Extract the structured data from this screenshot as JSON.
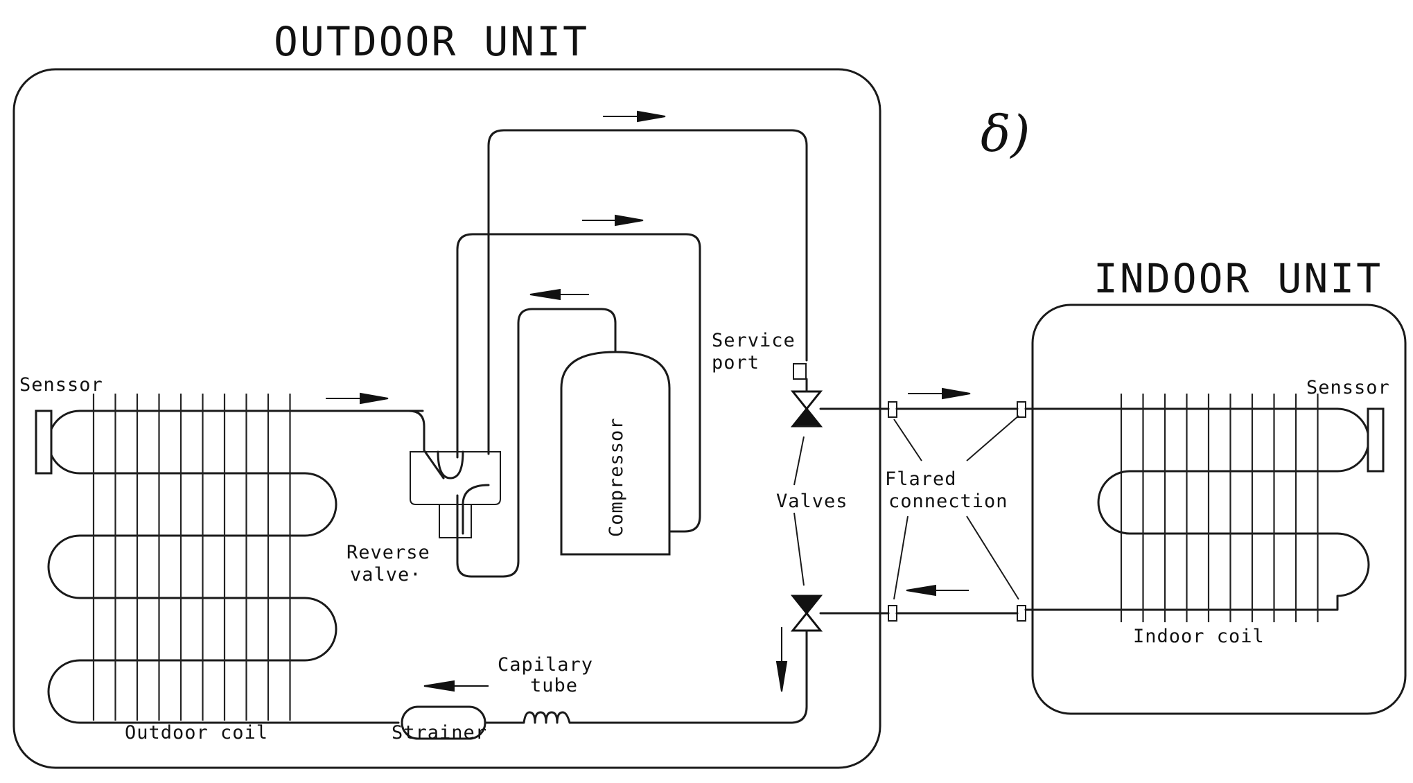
{
  "titles": {
    "outdoor": "OUTDOOR UNIT",
    "indoor": "INDOOR UNIT",
    "figure_letter": "δ)"
  },
  "labels": {
    "sensor_outdoor": "Senssor",
    "sensor_indoor": "Senssor",
    "compressor": "Compressor",
    "service_port_line1": "Service",
    "service_port_line2": "port",
    "reverse_valve_line1": "Reverse",
    "reverse_valve_line2": "valve·",
    "valves": "Valves",
    "flared_line1": "Flared",
    "flared_line2": "connection",
    "capillary_line1": "Capilary",
    "capillary_line2": "tube",
    "strainer": "Strainer",
    "outdoor_coil": "Outdoor coil",
    "indoor_coil": "Indoor coil"
  }
}
